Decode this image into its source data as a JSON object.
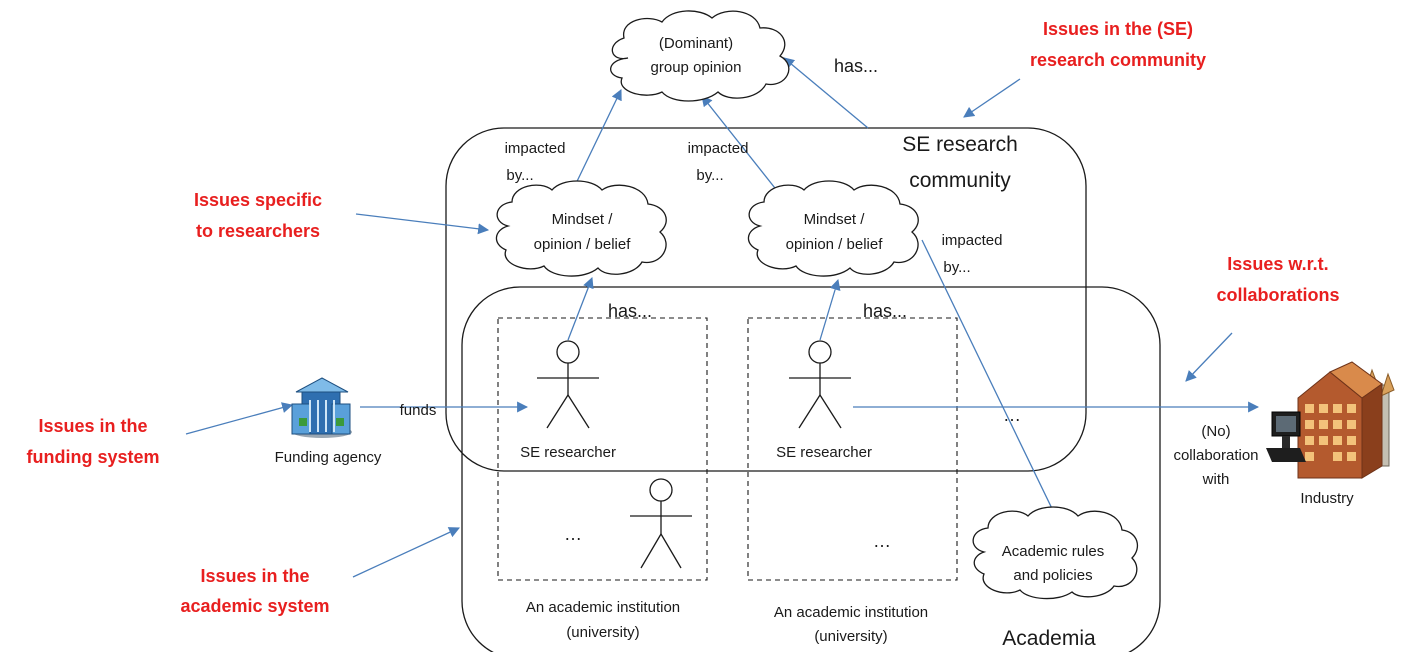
{
  "colors": {
    "issue_text": "#e81f1f",
    "arrow": "#4a7ebb",
    "outline": "#1a1a1a"
  },
  "issues": {
    "se_community": [
      "Issues in the (SE)",
      "research community"
    ],
    "researchers": [
      "Issues specific",
      "to researchers"
    ],
    "funding": [
      "Issues in the",
      "funding system"
    ],
    "academic": [
      "Issues in the",
      "academic system"
    ],
    "collaborations": [
      "Issues w.r.t.",
      "collaborations"
    ]
  },
  "clouds": {
    "group_opinion": [
      "(Dominant)",
      "group opinion"
    ],
    "mindset_left": [
      "Mindset /",
      "opinion / belief"
    ],
    "mindset_right": [
      "Mindset /",
      "opinion / belief"
    ],
    "academic_rules": [
      "Academic rules",
      "and policies"
    ]
  },
  "containers": {
    "se_community": [
      "SE research",
      "community"
    ],
    "academia": "Academia"
  },
  "institutions": {
    "left": [
      "An academic institution",
      "(university)"
    ],
    "right": [
      "An academic institution",
      "(university)"
    ],
    "ellipsis_left": "…",
    "ellipsis_right": "…"
  },
  "actors": {
    "researcher_left": "SE researcher",
    "researcher_right": "SE researcher",
    "funding_agency": "Funding agency",
    "industry": "Industry"
  },
  "relations": {
    "has_top": "has...",
    "impacted_left": [
      "impacted",
      "by..."
    ],
    "impacted_mid": [
      "impacted",
      "by..."
    ],
    "impacted_right": [
      "impacted",
      "by..."
    ],
    "has_left": "has...",
    "has_right": "has...",
    "funds": "funds",
    "collaboration": [
      "(No)",
      "collaboration",
      "with"
    ],
    "ellipsis_academia": "…"
  },
  "icons": {
    "funding_agency": "office-building-icon",
    "industry": "factory-computer-icon"
  }
}
